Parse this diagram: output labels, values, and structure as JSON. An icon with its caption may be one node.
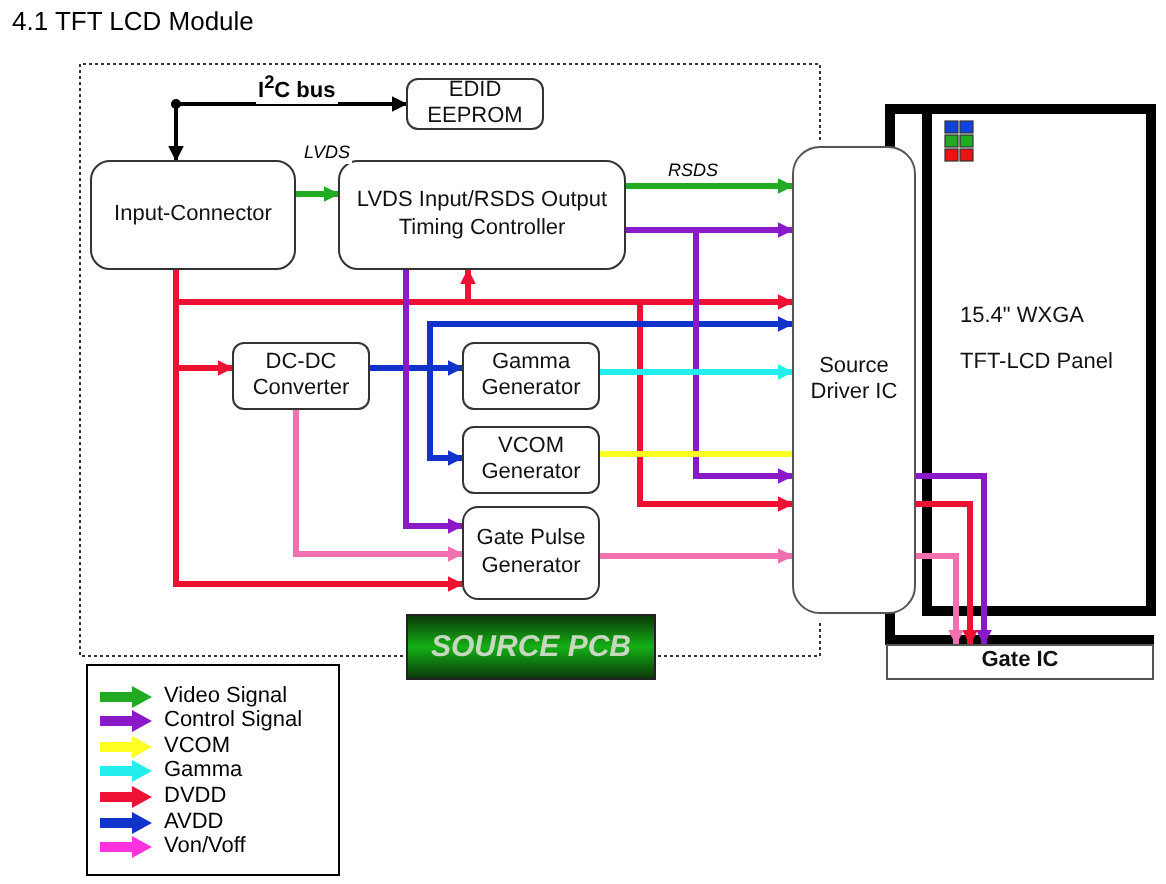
{
  "diagram": {
    "title": "4.1 TFT LCD Module",
    "nodes": [
      {
        "text": [
          "Input-Connector"
        ]
      },
      {
        "text": [
          "EDID EEPROM"
        ]
      },
      {
        "text": [
          "LVDS Input/RSDS Output Timing Controller"
        ]
      },
      {
        "text": [
          "DC-DC Converter"
        ]
      },
      {
        "text": [
          "Gamma Generator"
        ]
      },
      {
        "text": [
          "VCOM Generator"
        ]
      },
      {
        "text": [
          "Gate Pulse Generator"
        ]
      },
      {
        "text": [
          "Source Driver IC"
        ]
      },
      {
        "text": [
          "15.4\" WXGA",
          "TFT-LCD Panel"
        ]
      },
      {
        "text": [
          "Gate IC"
        ]
      },
      {
        "text": [
          "SOURCE PCB"
        ]
      }
    ],
    "edges": [
      {
        "from": 0,
        "to": 1,
        "arrow": "both",
        "label": "I$^{2}$C bus",
        "color": "#000000"
      },
      {
        "from": 0,
        "to": 2,
        "arrow": "to",
        "label": "LVDS",
        "color": "#22aa22"
      },
      {
        "from": 2,
        "to": 7,
        "arrow": "to",
        "label": "RSDS",
        "color": "#22aa22"
      },
      {
        "from": 2,
        "to": 7,
        "arrow": "to",
        "color": "#8a1ac8"
      },
      {
        "from": 0,
        "to": 7,
        "arrow": "to",
        "color": "#ee1133"
      },
      {
        "from": 0,
        "to": 2,
        "arrow": "to",
        "color": "#ee1133"
      },
      {
        "from": 0,
        "to": 3,
        "arrow": "to",
        "color": "#ee1133"
      },
      {
        "from": 0,
        "to": 6,
        "arrow": "to",
        "color": "#ee1133"
      },
      {
        "from": 0,
        "to": 7,
        "arrow": "to",
        "color": "#ee1133"
      },
      {
        "from": 3,
        "to": 7,
        "arrow": "to",
        "color": "#1133cc"
      },
      {
        "from": 3,
        "to": 4,
        "arrow": "to",
        "color": "#1133cc"
      },
      {
        "from": 3,
        "to": 5,
        "arrow": "to",
        "color": "#1133cc"
      },
      {
        "from": 3,
        "to": 6,
        "arrow": "to",
        "color": "#f070b0"
      },
      {
        "from": 2,
        "to": 6,
        "arrow": "to",
        "color": "#8a1ac8"
      },
      {
        "from": 2,
        "to": 7,
        "arrow": "to",
        "color": "#8a1ac8"
      },
      {
        "from": 4,
        "to": 7,
        "arrow": "to",
        "color": "#22eeee"
      },
      {
        "from": 5,
        "to": 7,
        "arrow": "none",
        "color": "#ffff22"
      },
      {
        "from": 6,
        "to": 7,
        "arrow": "to",
        "color": "#f070b0"
      },
      {
        "from": 7,
        "to": 9,
        "arrow": "to",
        "color": "#8a1ac8"
      },
      {
        "from": 7,
        "to": 9,
        "arrow": "to",
        "color": "#ee1133"
      },
      {
        "from": 7,
        "to": 9,
        "arrow": "to",
        "color": "#f070b0"
      }
    ],
    "legend": [
      {
        "text": "Video Signal",
        "color": "#22aa22"
      },
      {
        "text": "Control Signal",
        "color": "#8a1ac8"
      },
      {
        "text": "VCOM",
        "color": "#ffff22"
      },
      {
        "text": "Gamma",
        "color": "#22eeee"
      },
      {
        "text": "DVDD",
        "color": "#ee1133"
      },
      {
        "text": "AVDD",
        "color": "#1133cc"
      },
      {
        "text": "Von/Voff",
        "color": "#ff33dd"
      }
    ]
  }
}
